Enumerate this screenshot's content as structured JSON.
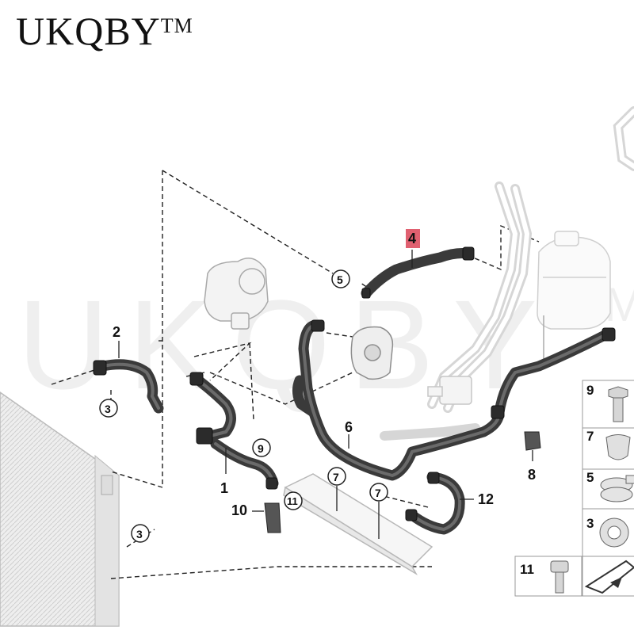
{
  "brand": {
    "name": "UKQBY",
    "mark": "TM"
  },
  "watermark": {
    "text": "UKQBY",
    "mark": "TM"
  },
  "callouts": {
    "p1": "1",
    "p2": "2",
    "p3a": "3",
    "p3b": "3",
    "p4": "4",
    "p5": "5",
    "p6": "6",
    "p7a": "7",
    "p7b": "7",
    "p8": "8",
    "p9": "9",
    "p10": "10",
    "p11": "11",
    "p12": "12"
  },
  "legend": {
    "items": [
      {
        "num": "9",
        "icon": "bolt-icon"
      },
      {
        "num": "7",
        "icon": "clip-icon"
      },
      {
        "num": "5",
        "icon": "hose-clamp-icon"
      },
      {
        "num": "3",
        "icon": "quick-connector-icon"
      },
      {
        "num": "11",
        "icon": "socket-screw-icon"
      }
    ]
  },
  "colors": {
    "highlight": "#e06070",
    "hose": "#3a3a3a",
    "line": "#222222"
  }
}
